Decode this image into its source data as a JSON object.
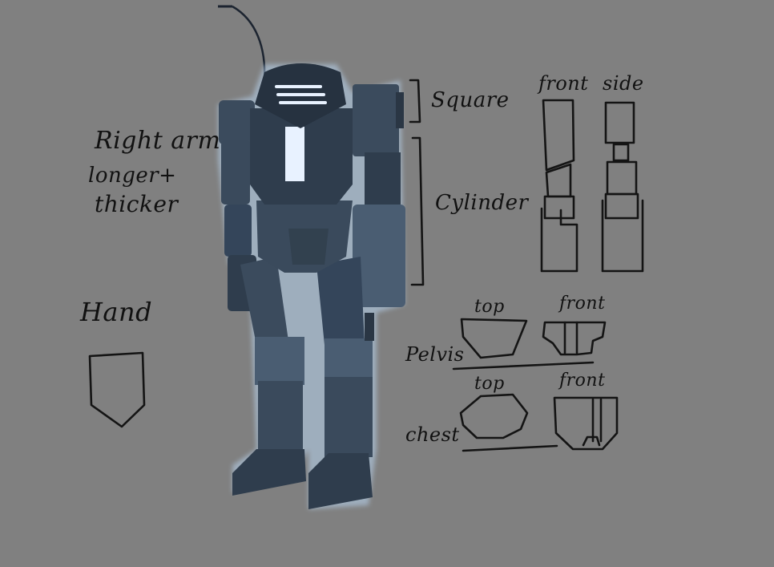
{
  "notes": {
    "arm_line1": "Right arm",
    "arm_line2": "longer+",
    "arm_line3": "thicker",
    "hand": "Hand",
    "square": "Square",
    "cylinder": "Cylinder",
    "front_top": "front",
    "side": "side",
    "pelvis": "Pelvis",
    "pelvis_top": "top",
    "pelvis_front": "front",
    "chest": "chest",
    "chest_top": "top",
    "chest_front": "front"
  },
  "colors": {
    "background": "#808080",
    "armor_dark": "#2f3d4d",
    "armor_mid": "#3b4b5d",
    "armor_light": "#4a5d72",
    "visor_glow": "#e8f2ff",
    "rim_glow": "#b8d4f0",
    "ink": "#141414"
  }
}
